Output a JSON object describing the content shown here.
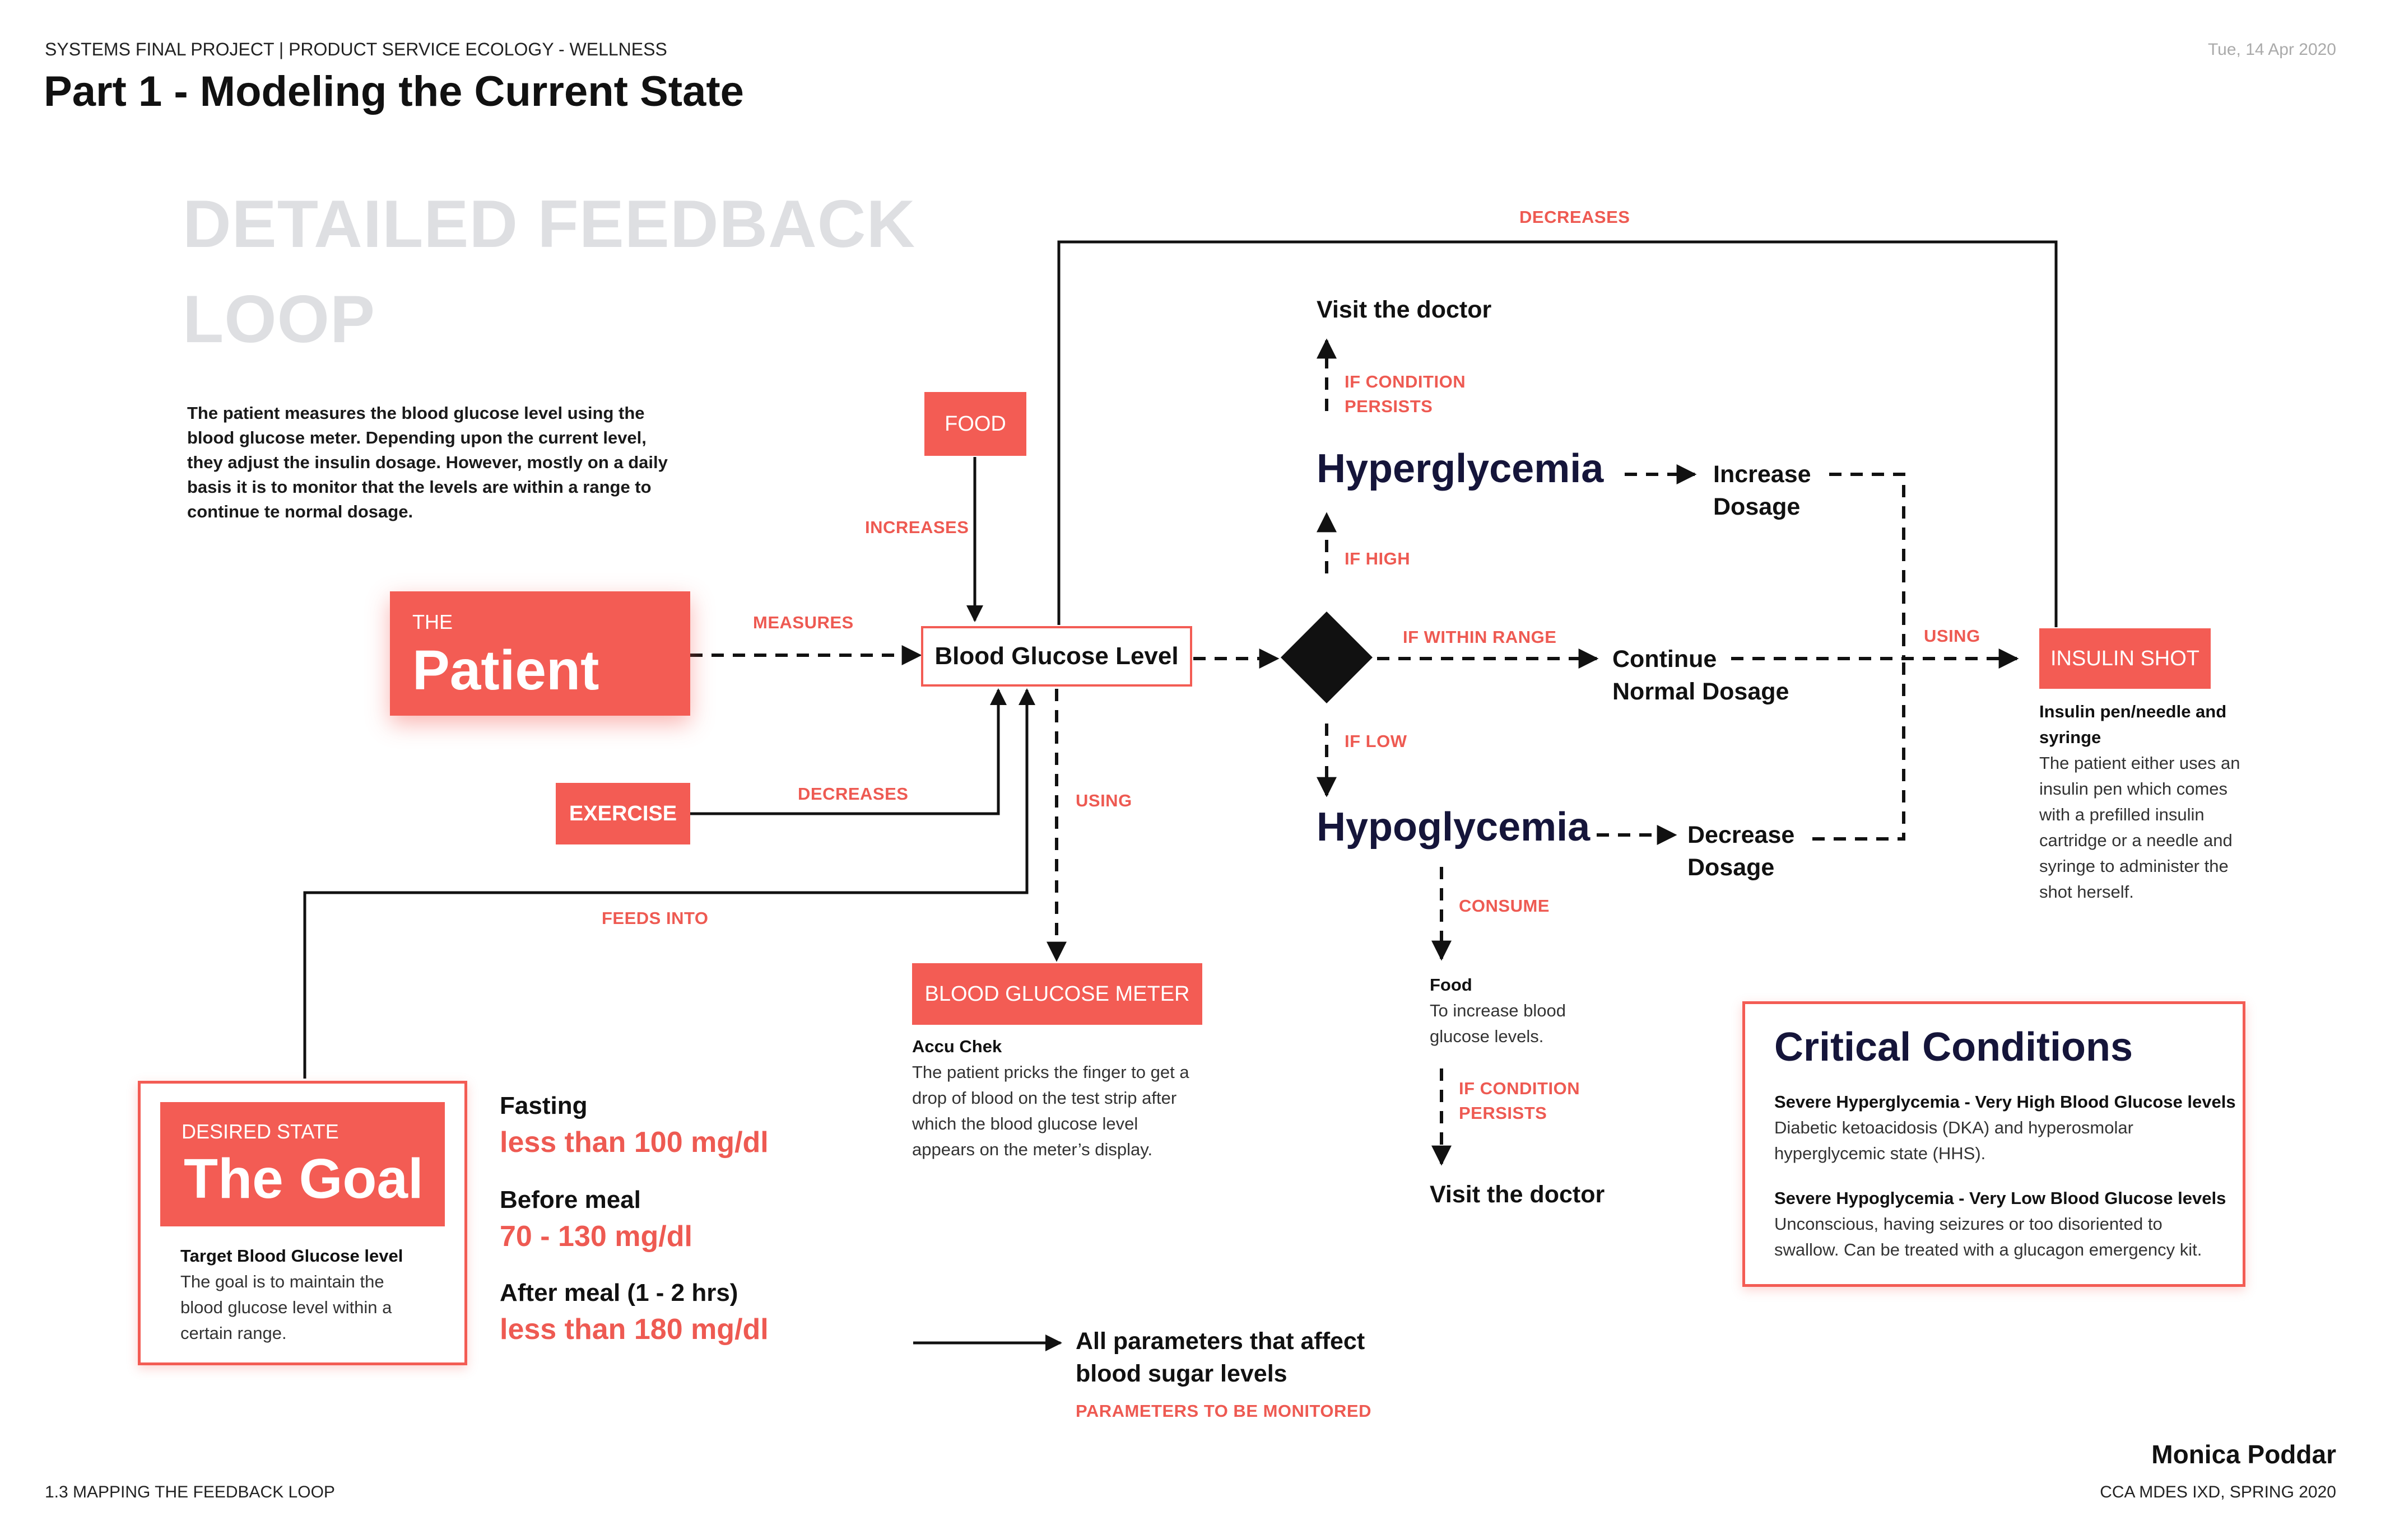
{
  "header": {
    "project": "SYSTEMS FINAL PROJECT | PRODUCT SERVICE ECOLOGY - WELLNESS",
    "title": "Part 1 - Modeling the Current State",
    "date": "Tue, 14 Apr 2020"
  },
  "section": {
    "title_line1": "DETAILED FEEDBACK",
    "title_line2": "LOOP",
    "desc_line1": "The patient measures the blood glucose level using the",
    "desc_line2": "blood glucose meter. Depending upon the current level,",
    "desc_line3": "they adjust the insulin dosage. However, mostly on a daily",
    "desc_line4": "basis it is to monitor that the  levels are within a range to",
    "desc_line5": "continue te normal dosage."
  },
  "nodes": {
    "patient_small": "THE",
    "patient_big": "Patient",
    "food": "FOOD",
    "exercise": "EXERCISE",
    "bgl": "Blood Glucose Level",
    "meter": "BLOOD GLUCOSE METER",
    "meter_sub_title": "Accu Chek",
    "meter_sub_l1": "The patient pricks the finger to get a",
    "meter_sub_l2": "drop of blood on the test strip after",
    "meter_sub_l3": "which the blood glucose level",
    "meter_sub_l4": "appears on the meter’s display.",
    "hyper": "Hyperglycemia",
    "hypo": "Hypoglycemia",
    "visit_top": "Visit the doctor",
    "visit_bottom": "Visit the doctor",
    "increase_l1": "Increase",
    "increase_l2": "Dosage",
    "continue_l1": "Continue",
    "continue_l2": "Normal Dosage",
    "decrease_l1": "Decrease",
    "decrease_l2": "Dosage",
    "food2_title": "Food",
    "food2_l1": "To increase blood",
    "food2_l2": "glucose levels.",
    "insulin": "INSULIN SHOT",
    "insulin_title_l1": "Insulin pen/needle and",
    "insulin_title_l2": "syringe",
    "insulin_l1": "The patient either uses an",
    "insulin_l2": "insulin pen which comes",
    "insulin_l3": "with a prefilled insulin",
    "insulin_l4": "cartridge or a needle and",
    "insulin_l5": "syringe to administer the",
    "insulin_l6": "shot herself.",
    "goal_small": "DESIRED STATE",
    "goal_big": "The Goal",
    "goal_title": "Target Blood Glucose level",
    "goal_l1": "The goal is to maintain the",
    "goal_l2": "blood glucose level within a",
    "goal_l3": "certain range."
  },
  "edge_labels": {
    "measures": "MEASURES",
    "increases": "INCREASES",
    "decreases_exercise": "DECREASES",
    "feeds_into": "FEEDS INTO",
    "using_meter": "USING",
    "decreases_top": "DECREASES",
    "if_high": "IF HIGH",
    "if_low": "IF LOW",
    "if_within": "IF WITHIN RANGE",
    "if_persists_top_l1": "IF CONDITION",
    "if_persists_top_l2": "PERSISTS",
    "consume": "CONSUME",
    "if_persists_bottom_l1": "IF CONDITION",
    "if_persists_bottom_l2": "PERSISTS",
    "using_insulin": "USING"
  },
  "ranges": {
    "fasting_label": "Fasting",
    "fasting_value": "less than 100 mg/dl",
    "before_label": "Before meal",
    "before_value": "70 - 130 mg/dl",
    "after_label": "After meal (1 - 2 hrs)",
    "after_value": "less than 180 mg/dl"
  },
  "legend": {
    "line1": "All parameters that affect",
    "line2": "blood sugar levels",
    "sub": "PARAMETERS TO BE MONITORED"
  },
  "critical": {
    "title": "Critical Conditions",
    "c1_title": "Severe Hyperglycemia - Very High Blood Glucose levels",
    "c1_l1": "Diabetic ketoacidosis (DKA) and hyperosmolar",
    "c1_l2": "hyperglycemic state (HHS).",
    "c2_title": "Severe Hypoglycemia - Very Low Blood Glucose levels",
    "c2_l1": "Unconscious, having seizures or too disoriented to",
    "c2_l2": "swallow. Can be treated with a glucagon emergency kit."
  },
  "footer": {
    "left": "1.3 MAPPING THE FEEDBACK LOOP",
    "author": "Monica Poddar",
    "program": "CCA MDES IXD, SPRING 2020"
  },
  "colors": {
    "accent": "#f35c54",
    "accent_text": "#ee5a52",
    "navy": "#15153a",
    "ghost": "#dedfe2"
  }
}
